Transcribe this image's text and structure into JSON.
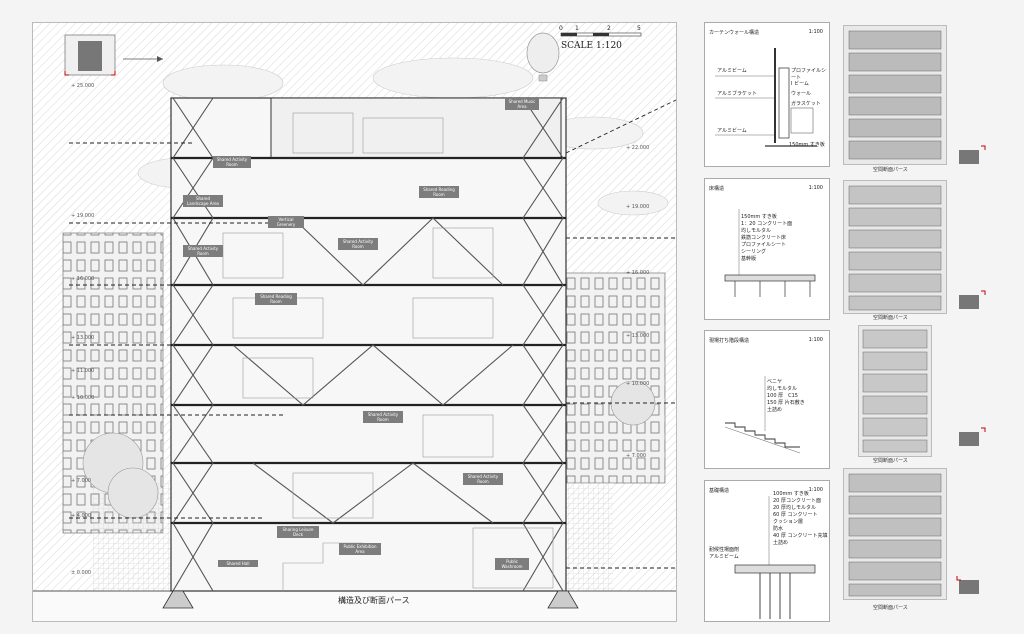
{
  "main": {
    "title": "構造及び断面パース",
    "scale": "SCALE 1:120",
    "scale_ticks": [
      "0",
      "1",
      "2",
      "5"
    ],
    "rooms": [
      {
        "id": "music",
        "label": "Shared Music Area"
      },
      {
        "id": "activity1",
        "label": "Shared Activity Room"
      },
      {
        "id": "landscape",
        "label": "Shared Landscape Area"
      },
      {
        "id": "reading",
        "label": "Shared Reading Room"
      },
      {
        "id": "greenery",
        "label": "Vertical Greenery"
      },
      {
        "id": "activity2",
        "label": "Shared Activity Room"
      },
      {
        "id": "activity3",
        "label": "Shared Activity Room"
      },
      {
        "id": "reading2",
        "label": "Shared Reading Room"
      },
      {
        "id": "activity4",
        "label": "Shared Activity Room"
      },
      {
        "id": "activity5",
        "label": "Shared Activity Room"
      },
      {
        "id": "leisure",
        "label": "Sharing Leisure Deck"
      },
      {
        "id": "exhibition",
        "label": "Public Exhibition Area"
      },
      {
        "id": "hall",
        "label": "Shared Hall"
      },
      {
        "id": "washroom",
        "label": "Public Washroom"
      }
    ],
    "elevations_left": [
      "+ 25.000",
      "+ 19.000",
      "+ 16.000",
      "+ 13.000",
      "+ 11.000",
      "+ 10.000",
      "+ 7.000",
      "+ 4.000",
      "± 0.000"
    ],
    "elevations_right": [
      "+ 22.000",
      "+ 19.000",
      "+ 16.000",
      "+ 13.000",
      "+ 10.000",
      "+ 7.000"
    ]
  },
  "details": [
    {
      "title": "カーテンウォール構造",
      "scale": "1:100",
      "notes": [
        "アルミビーム",
        "プロファイルシート",
        "I ビーム",
        "アルミブラケット",
        "ウォール",
        "ガラスケット",
        "アルミビーム",
        "150mm すき板"
      ]
    },
    {
      "title": "床構造",
      "scale": "1:100",
      "notes": [
        "150mm すき板",
        "1：20 コンクリート面",
        "均しモルタル",
        "鉄筋コンクリート床",
        "プロファイルシート",
        "シーリング",
        "基幹版"
      ]
    },
    {
      "title": "現場打ち階段構造",
      "scale": "1:100",
      "notes": [
        "ベニヤ",
        "均しモルタル",
        "100 厚　C15",
        "150 厚 片石敷き",
        "土詰め"
      ]
    },
    {
      "title": "基礎構造",
      "scale": "1:100",
      "notes": [
        "100mm すき板",
        "20 厚コンクリート面",
        "20 厚均しモルタル",
        "60 厚 コンクリート",
        "クッション層",
        "防水",
        "40 厚 コンクリート充填",
        "土詰め",
        "耐候性場面剤",
        "アルミビーム"
      ]
    }
  ],
  "photo_captions": [
    "空間断面パース",
    "空間断面パース",
    "空間断面パース",
    "空間断面パース"
  ]
}
